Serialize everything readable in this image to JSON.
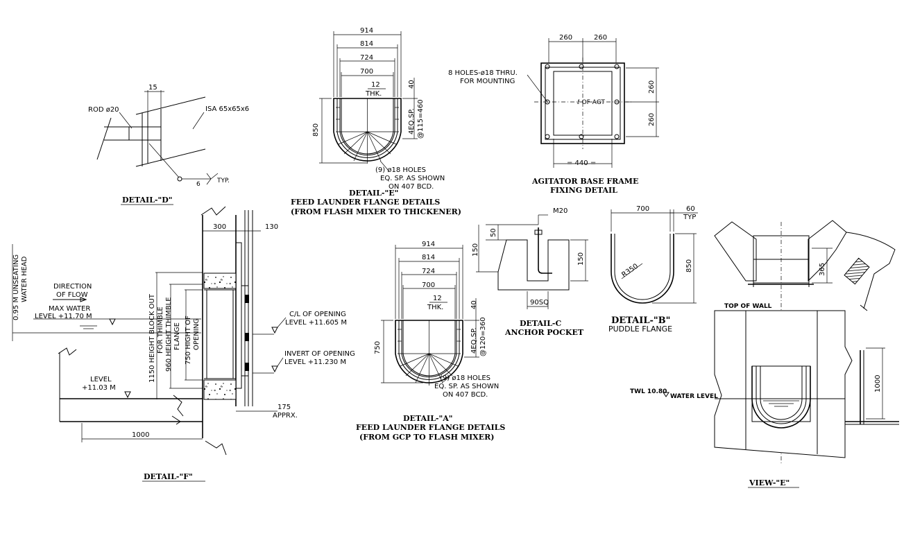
{
  "detail_d": {
    "title": "DETAIL-\"D\"",
    "dim_15": "15",
    "rod": "ROD ø20",
    "isa": "ISA 65x65x6",
    "weld_6": "6",
    "weld_typ": "TYP."
  },
  "detail_e_flange": {
    "dims": [
      "914",
      "814",
      "724",
      "700"
    ],
    "thk_12": "12",
    "thk": "THK.",
    "dim_40": "40",
    "spacing_1": "4EQ.SP.",
    "spacing_2": "@115=460",
    "height": "850",
    "holes_1": "(9) ø18 HOLES",
    "holes_2": "EQ. SP. AS SHOWN",
    "holes_3": "ON 407 BCD.",
    "title": "DETAIL-\"E\"",
    "subtitle_1": "FEED LAUNDER FLANGE DETAILS",
    "subtitle_2": "(FROM FLASH MIXER TO THICKENER)"
  },
  "agitator": {
    "dim_260a": "260",
    "dim_260b": "260",
    "holes_1": "8 HOLES-ø18 THRU.",
    "holes_2": "FOR MOUNTING",
    "center": "ℓ OF AGT",
    "dim_v1": "260",
    "dim_v2": "260",
    "dim_440": "= 440 =",
    "title_1": "AGITATOR BASE FRAME",
    "title_2": "FIXING DETAIL"
  },
  "detail_f": {
    "dim_300": "300",
    "dim_130": "130",
    "water_head": "0.95 M UNSEATING",
    "water_head_2": "WATER HEAD",
    "direction_1": "DIRECTION",
    "direction_2": "OF FLOW",
    "max_water_1": "MAX WATER",
    "max_water_2": "LEVEL +11.70 M",
    "block_1": "1150 HEIGHT BLOCK OUT",
    "block_2": "FOR THIMBLE",
    "thimble_1": "960 HEIGHT THIMBLE",
    "thimble_2": "FLANGE",
    "opening_1": "750 HIGHT OF",
    "opening_2": "OPENING",
    "cl_1": "C/L OF OPENING",
    "cl_2": "LEVEL +11.605 M",
    "invert_1": "INVERT OF OPENING",
    "invert_2": "LEVEL +11.230 M",
    "level_1": "LEVEL",
    "level_2": "+11.03 M",
    "dim_175": "175",
    "apprx": "APPRX.",
    "dim_1000": "1000",
    "title": "DETAIL-\"F\""
  },
  "detail_a_flange": {
    "dims": [
      "914",
      "814",
      "724",
      "700"
    ],
    "thk_12": "12",
    "thk": "THK.",
    "dim_40": "40",
    "spacing_1": "4EQ.SP.",
    "spacing_2": "@120=360",
    "height": "750",
    "holes_1": "(9) ø18 HOLES",
    "holes_2": "EQ. SP. AS SHOWN",
    "holes_3": "ON 407 BCD.",
    "title": "DETAIL-\"A\"",
    "subtitle_1": "FEED LAUNDER FLANGE DETAILS",
    "subtitle_2": "(FROM GCP TO FLASH MIXER)"
  },
  "detail_c": {
    "m20": "M20",
    "dim_50": "50",
    "dim_150a": "150",
    "dim_150b": "150",
    "sq": "90SQ",
    "title_1": "DETAIL-C",
    "title_2": "ANCHOR POCKET"
  },
  "detail_b": {
    "dim_700": "700",
    "dim_60": "60",
    "typ": "TYP",
    "radius": "R350",
    "height": "850",
    "title": "DETAIL-\"B\"",
    "subtitle": "PUDDLE FLANGE"
  },
  "view_e": {
    "dim_365": "365",
    "top_wall": "TOP OF WALL",
    "twl_1": "TWL 10.80",
    "twl_2": "WATER LEVEL",
    "dim_1000": "1000",
    "title": "VIEW-\"E\""
  }
}
